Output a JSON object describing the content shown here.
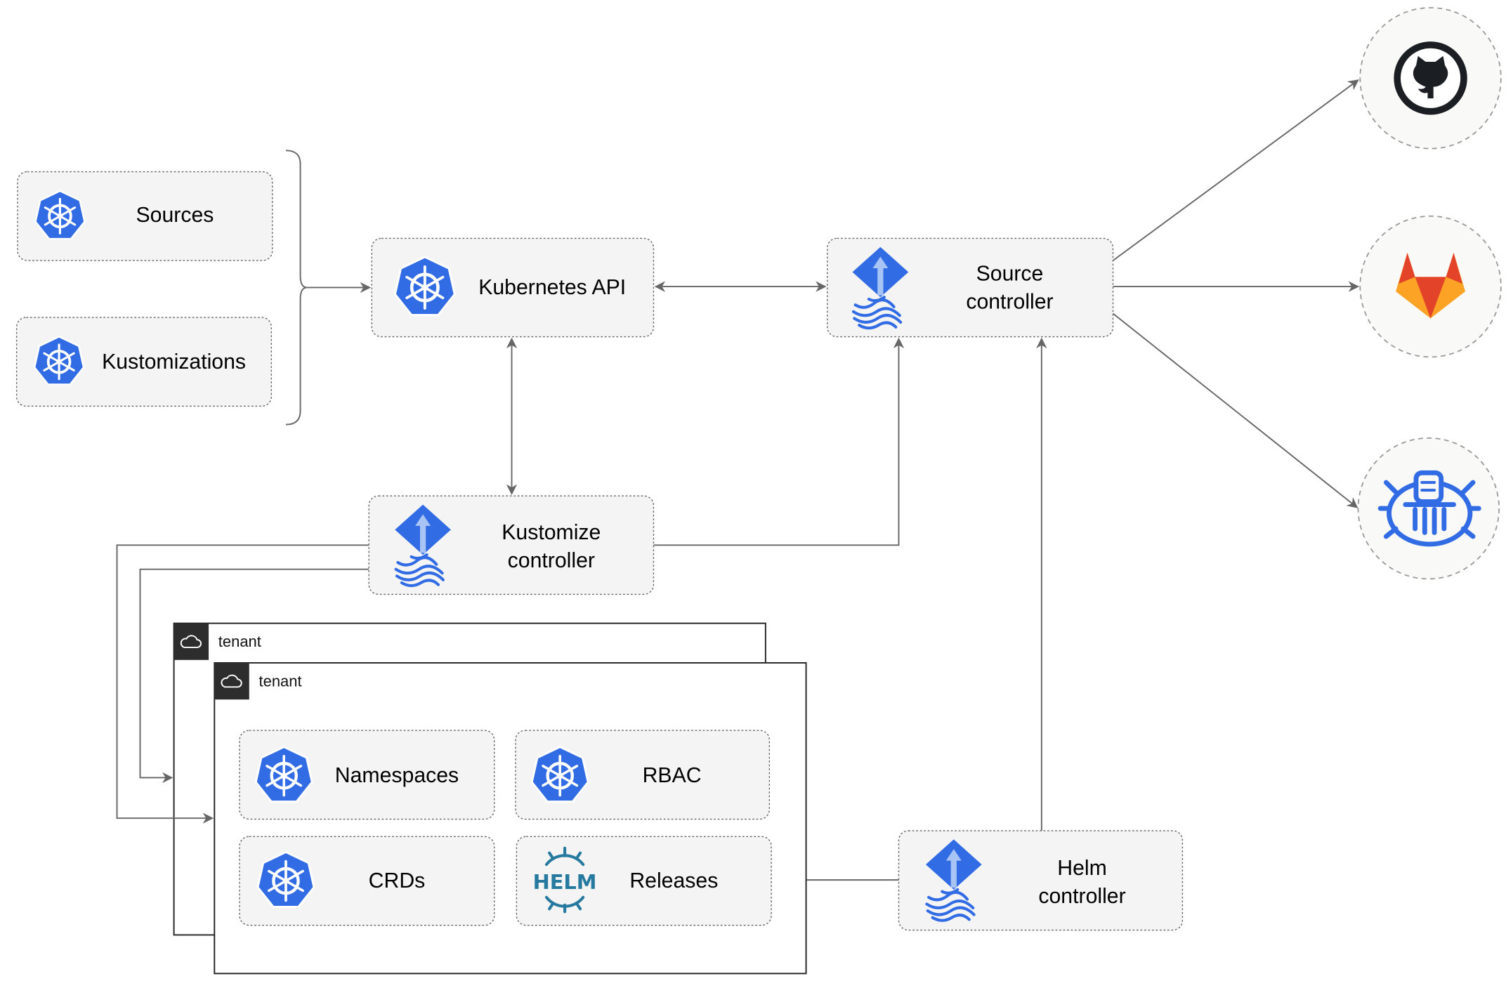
{
  "colors": {
    "k8s_blue": "#326ce5",
    "edge": "#666666",
    "box_fill": "#f4f4f4",
    "gitlab_orange": "#e24329",
    "helm_blue": "#277a9f",
    "github_dark": "#1b1f23"
  },
  "nodes": {
    "sources": {
      "label": "Sources",
      "icon": "kubernetes-icon"
    },
    "kustomizations": {
      "label": "Kustomizations",
      "icon": "kubernetes-icon"
    },
    "kubernetes_api": {
      "label": "Kubernetes API",
      "icon": "kubernetes-icon"
    },
    "source_controller": {
      "line1": "Source",
      "line2": "controller",
      "icon": "flux-icon"
    },
    "kustomize_controller": {
      "line1": "Kustomize",
      "line2": "controller",
      "icon": "flux-icon"
    },
    "helm_controller": {
      "line1": "Helm",
      "line2": "controller",
      "icon": "flux-icon"
    },
    "namespaces": {
      "label": "Namespaces",
      "icon": "kubernetes-icon"
    },
    "rbac": {
      "label": "RBAC",
      "icon": "kubernetes-icon"
    },
    "crds": {
      "label": "CRDs",
      "icon": "kubernetes-icon"
    },
    "releases": {
      "label": "Releases",
      "icon": "helm-icon",
      "logo_text": "HELM"
    }
  },
  "tenants": [
    {
      "label": "tenant",
      "icon": "cloud-icon"
    },
    {
      "label": "tenant",
      "icon": "cloud-icon"
    }
  ],
  "external_sources": [
    {
      "icon": "github-icon"
    },
    {
      "icon": "gitlab-icon"
    },
    {
      "icon": "bucket-icon"
    }
  ]
}
